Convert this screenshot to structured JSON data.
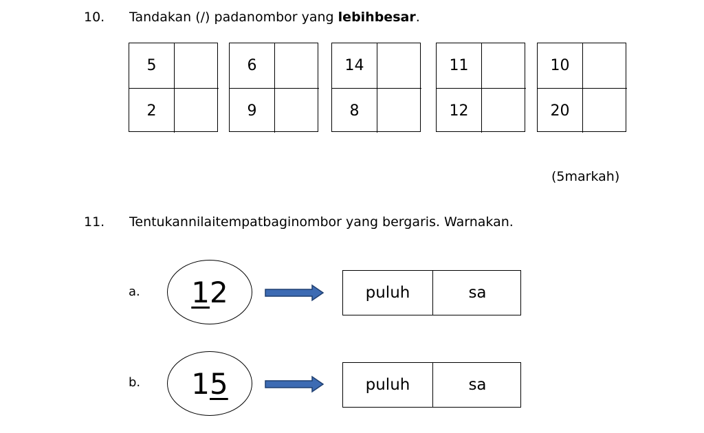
{
  "q10": {
    "number": "10.",
    "text_normal": "Tandakan (/) padanombor yang ",
    "text_bold": "lebihbesar",
    "text_end": ".",
    "pairs": [
      {
        "top": "5",
        "bottom": "2"
      },
      {
        "top": "6",
        "bottom": "9"
      },
      {
        "top": "14",
        "bottom": "8"
      },
      {
        "top": "11",
        "bottom": "12"
      },
      {
        "top": "10",
        "bottom": "20"
      }
    ],
    "marks": "(5markah)"
  },
  "q11": {
    "number": "11.",
    "text": "Tentukannilaitempatbaginombor yang bergaris. Warnakan.",
    "items": [
      {
        "label": "a.",
        "digit1": "1",
        "digit2": "2",
        "underlined": 1,
        "col1": "puluh",
        "col2": "sa"
      },
      {
        "label": "b.",
        "digit1": "1",
        "digit2": "5",
        "underlined": 2,
        "col1": "puluh",
        "col2": "sa"
      }
    ],
    "arrow_color": "#3d6bb3"
  }
}
